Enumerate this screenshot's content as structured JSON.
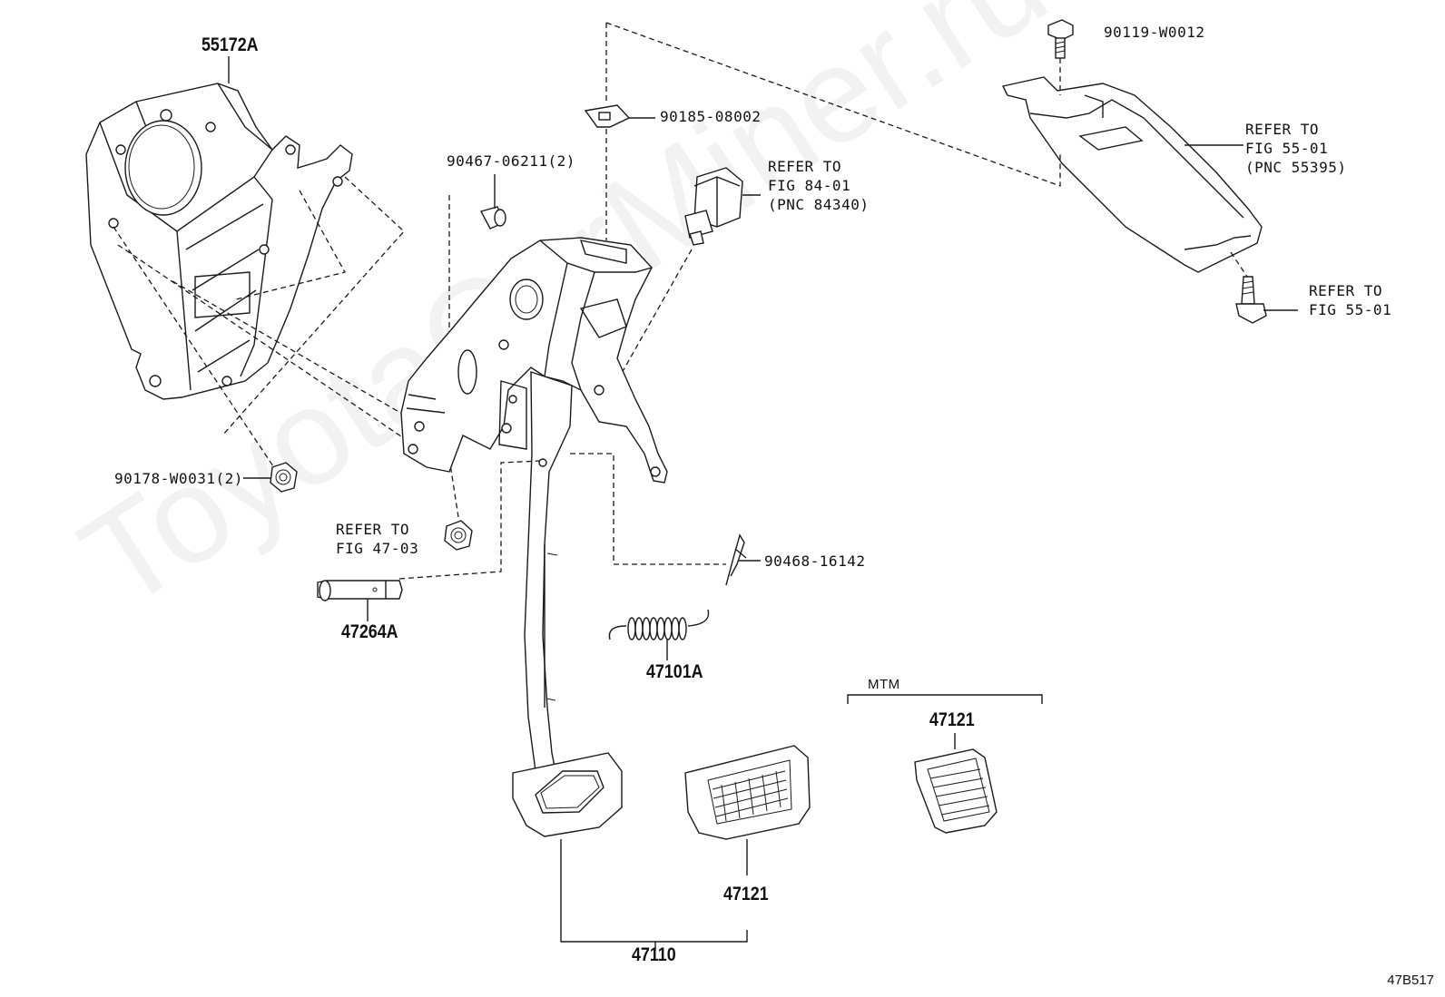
{
  "diagram_code": "47B517",
  "watermark": "ToyotaCarMiner.ru",
  "variant_label": "MTM",
  "parts": {
    "bracket_support": "55172A",
    "bolt_top": "90119-W0012",
    "clip": "90185-08002",
    "cushion": "90467-06211(2)",
    "nut_left": "90178-W0031(2)",
    "pin": "47264A",
    "cotter": "90468-16142",
    "spring": "47101A",
    "pad_left": "47121",
    "pad_mtm": "47121",
    "pedal_assy": "47110"
  },
  "refs": {
    "switch": [
      "REFER TO",
      "FIG 84-01",
      "(PNC 84340)"
    ],
    "cover": [
      "REFER TO",
      "FIG 55-01",
      "(PNC 55395)"
    ],
    "screw": [
      "REFER TO",
      "FIG 55-01"
    ],
    "nut_center": [
      "REFER TO",
      "FIG 47-03"
    ]
  }
}
